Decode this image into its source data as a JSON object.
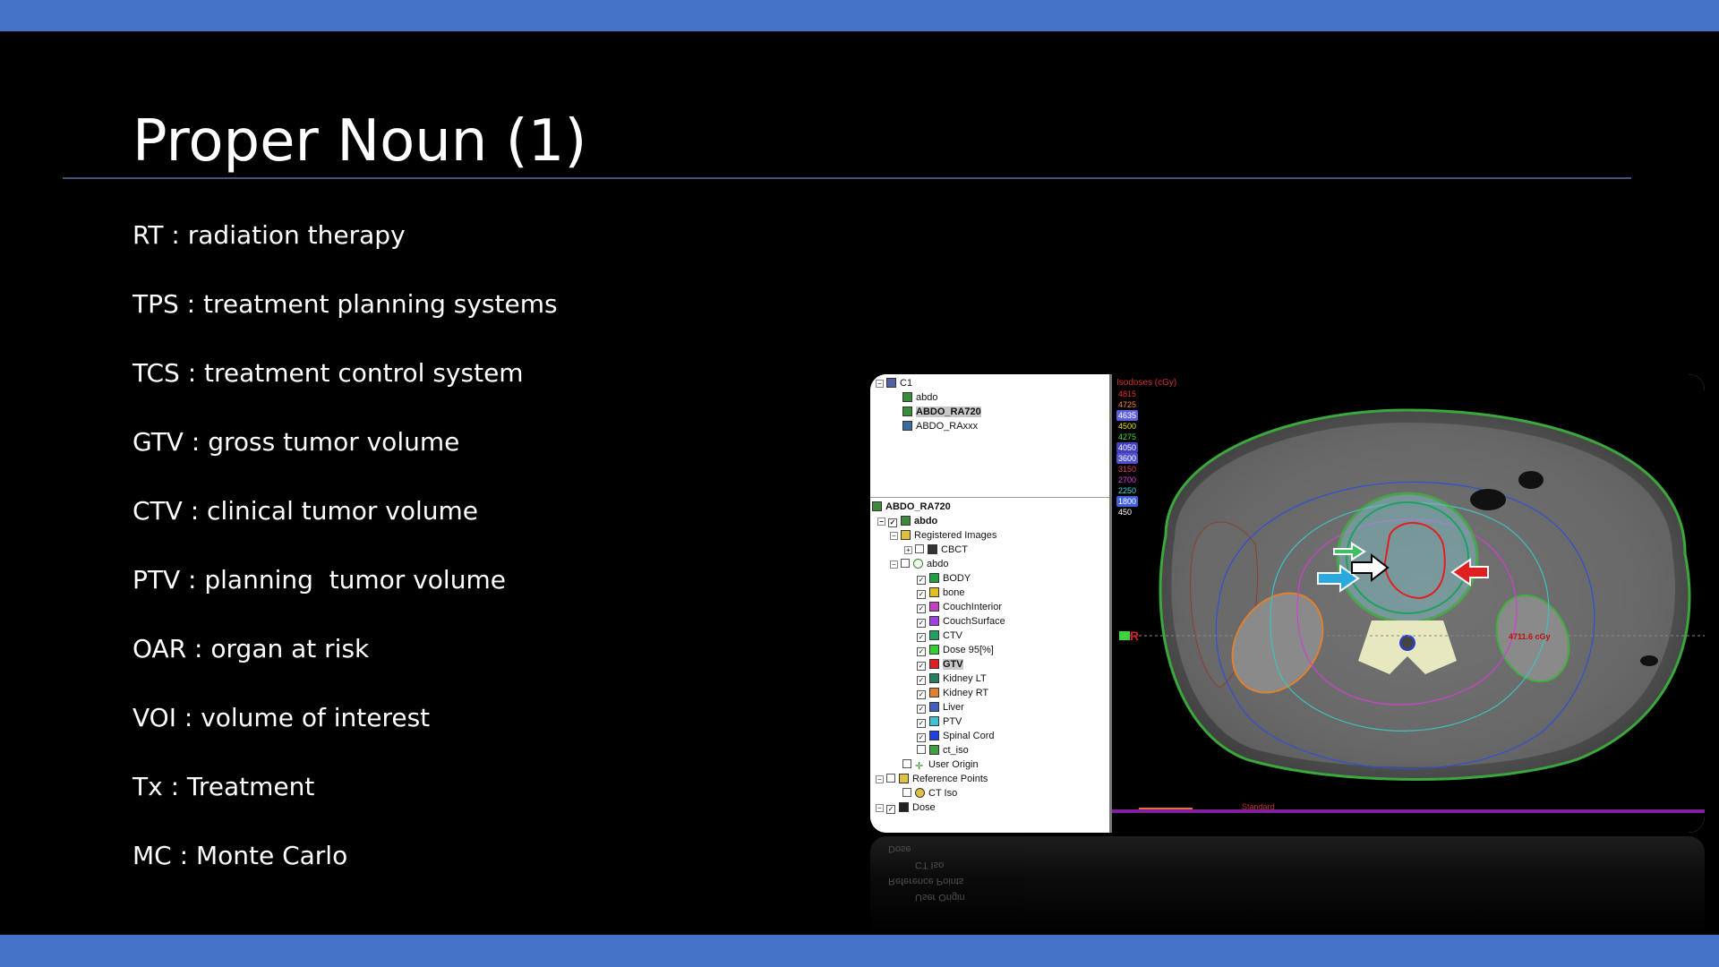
{
  "slide": {
    "title": "Proper Noun (1)",
    "colors": {
      "bars": "#4472c4",
      "background": "#000000",
      "rule": "#41557a"
    },
    "terms": [
      "RT : radiation therapy",
      "TPS : treatment planning systems",
      "TCS : treatment control system",
      "GTV : gross tumor volume",
      "CTV : clinical tumor volume",
      "PTV : planning  tumor volume",
      "OAR : organ at risk",
      "VOI : volume of interest",
      "Tx : Treatment",
      "MC : Monte Carlo"
    ]
  },
  "screenshot": {
    "plan_tree": {
      "root": "C1",
      "items": [
        "abdo",
        "ABDO_RA720",
        "ABDO_RAxxx"
      ],
      "selected": "ABDO_RA720"
    },
    "structure_tree": {
      "header": "ABDO_RA720",
      "patient": "abdo",
      "registered_images": "Registered Images",
      "cbct": "CBCT",
      "set": "abdo",
      "structures": [
        {
          "label": "BODY",
          "color": "#20a040",
          "checked": true
        },
        {
          "label": "bone",
          "color": "#e0c020",
          "checked": true
        },
        {
          "label": "CouchInterior",
          "color": "#c040c0",
          "checked": true
        },
        {
          "label": "CouchSurface",
          "color": "#a040e0",
          "checked": true
        },
        {
          "label": "CTV",
          "color": "#20a060",
          "checked": true
        },
        {
          "label": "Dose 95[%]",
          "color": "#30d030",
          "checked": true
        },
        {
          "label": "GTV",
          "color": "#e02020",
          "checked": true
        },
        {
          "label": "Kidney LT",
          "color": "#208060",
          "checked": true
        },
        {
          "label": "Kidney RT",
          "color": "#e08030",
          "checked": true
        },
        {
          "label": "Liver",
          "color": "#4060c0",
          "checked": true
        },
        {
          "label": "PTV",
          "color": "#40c0d0",
          "checked": true
        },
        {
          "label": "Spinal Cord",
          "color": "#2040e0",
          "checked": true
        },
        {
          "label": "ct_iso",
          "color": "#40a040",
          "checked": false
        }
      ],
      "user_origin": "User Origin",
      "reference_points": "Reference Points",
      "ct_iso": "CT Iso",
      "dose": "Dose"
    },
    "isodoses": {
      "title": "Isodoses (cGy)",
      "levels": [
        {
          "value": "4815",
          "color": "#e03030",
          "boxed": false
        },
        {
          "value": "4725",
          "color": "#ff8040",
          "boxed": false
        },
        {
          "value": "4635",
          "color": "#ffffff",
          "boxed": true,
          "box": "#6060e0"
        },
        {
          "value": "4500",
          "color": "#e0e020",
          "boxed": false
        },
        {
          "value": "4275",
          "color": "#40e040",
          "boxed": false
        },
        {
          "value": "4050",
          "color": "#ffffff",
          "boxed": true,
          "box": "#4040c0"
        },
        {
          "value": "3600",
          "color": "#ffffff",
          "boxed": true,
          "box": "#5050d0"
        },
        {
          "value": "3150",
          "color": "#e04060",
          "boxed": false
        },
        {
          "value": "2700",
          "color": "#e040e0",
          "boxed": false
        },
        {
          "value": "2250",
          "color": "#40e0e0",
          "boxed": false
        },
        {
          "value": "1800",
          "color": "#ffffff",
          "boxed": true,
          "box": "#4060e0"
        },
        {
          "value": "450",
          "color": "#ffffff",
          "boxed": false
        }
      ]
    },
    "orientation_label": "R",
    "dose_readout": "4711.6 cGy",
    "layout_label": "Standard"
  }
}
